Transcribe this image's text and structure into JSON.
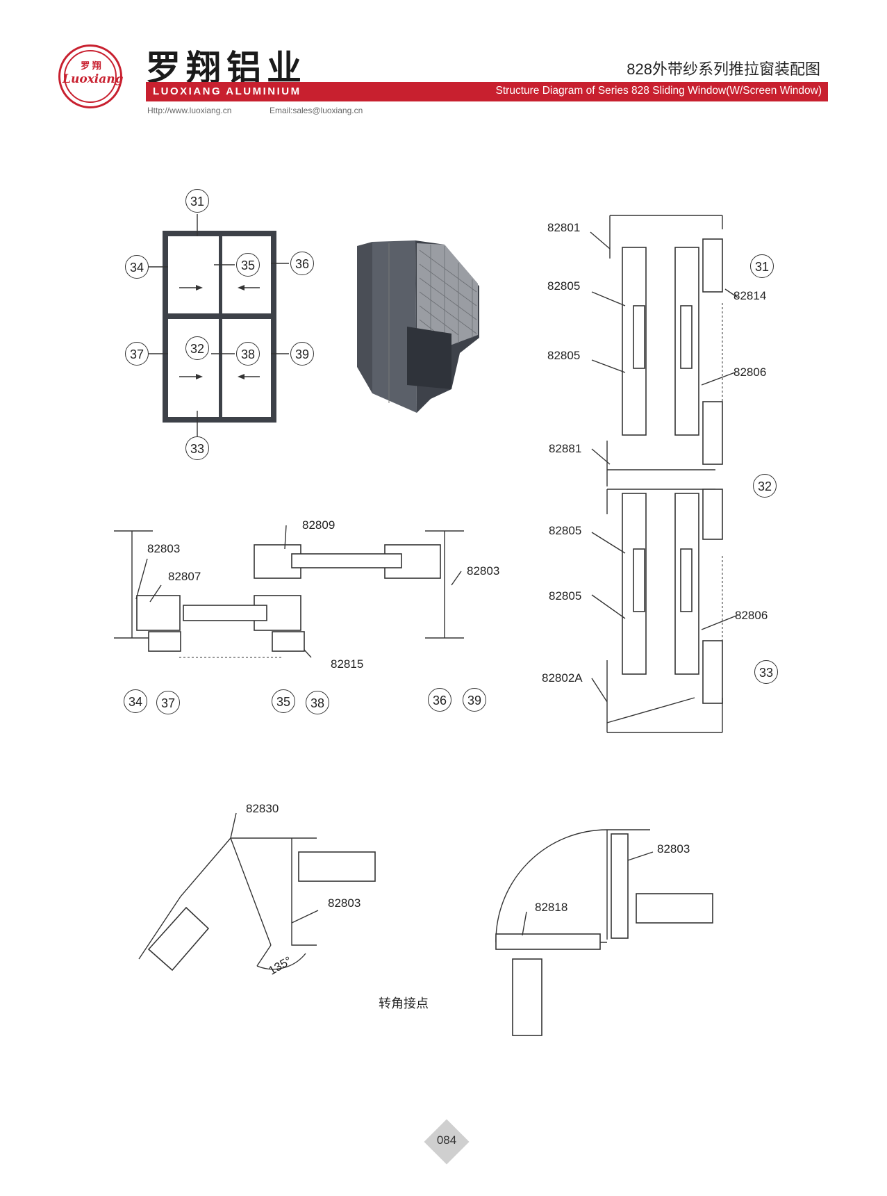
{
  "header": {
    "logo_cn": "罗 翔",
    "logo_script": "Luoxiang",
    "brand_cn": "罗翔铝业",
    "brand_en": "LUOXIANG ALUMINIUM",
    "title_cn": "828外带纱系列推拉窗装配图",
    "title_en": "Structure Diagram of Series 828 Sliding Window(W/Screen Window)",
    "website": "Http://www.luoxiang.cn",
    "email": "Email:sales@luoxiang.cn"
  },
  "elevation": {
    "callouts": [
      "31",
      "34",
      "35",
      "36",
      "32",
      "37",
      "38",
      "39",
      "33"
    ]
  },
  "horizontal_section": {
    "parts": [
      "82809",
      "82803",
      "82807",
      "82803",
      "82815"
    ],
    "callouts": [
      "34",
      "37",
      "35",
      "38",
      "36",
      "39"
    ]
  },
  "vertical_section": {
    "parts": [
      "82801",
      "82805",
      "82814",
      "82805",
      "82806",
      "82881",
      "82805",
      "82805",
      "82806",
      "82802A"
    ],
    "callouts": [
      "31",
      "32",
      "33"
    ]
  },
  "corner_135": {
    "parts": [
      "82830",
      "82803"
    ],
    "angle": "135°"
  },
  "corner_90": {
    "parts": [
      "82803",
      "82818"
    ]
  },
  "corner_caption": "转角接点",
  "page_number": "084",
  "colors": {
    "brand_red": "#c8202f",
    "frame": "#3d4148"
  }
}
